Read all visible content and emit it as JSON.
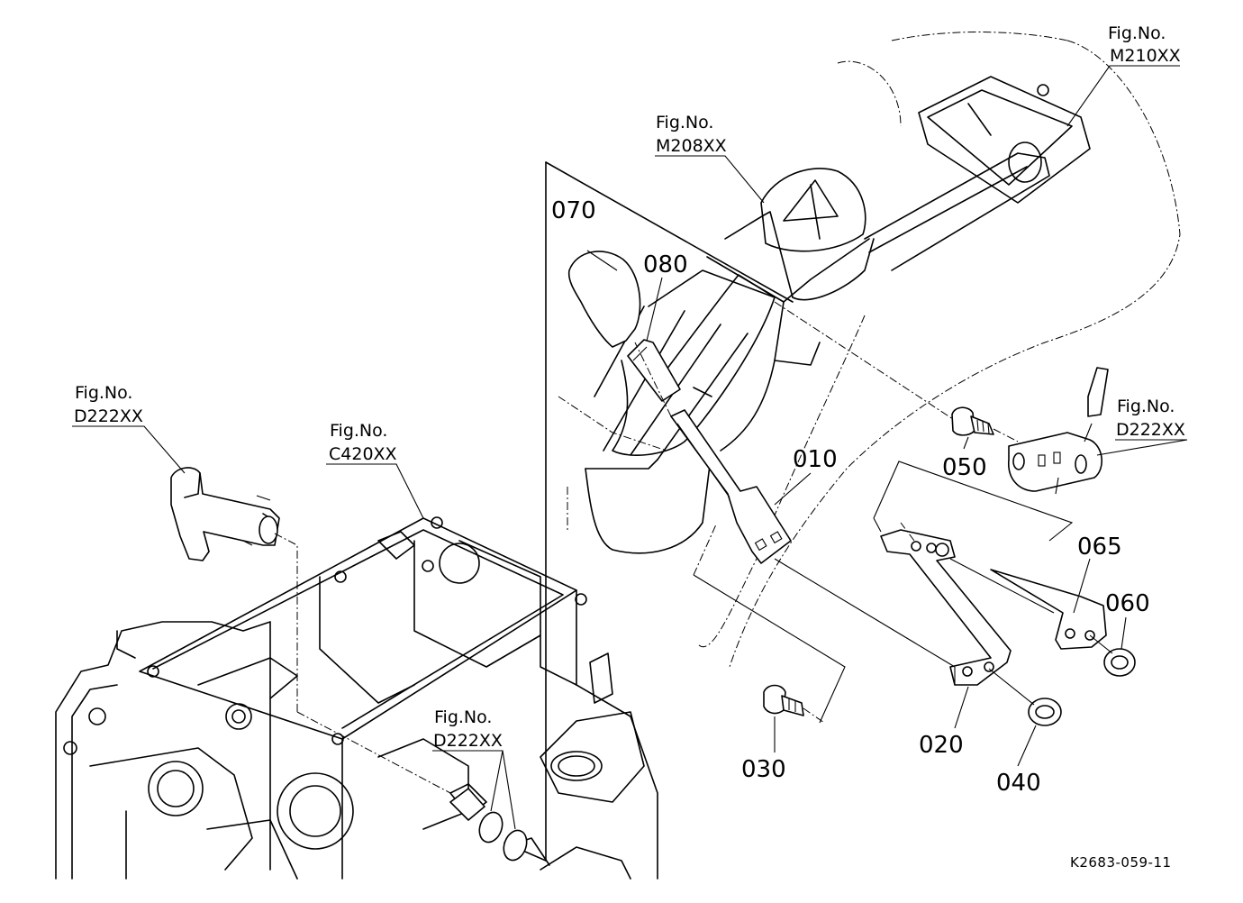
{
  "diagram": {
    "figure_refs": [
      {
        "id": "m210",
        "line1": "Fig.No.",
        "line2": "M210XX"
      },
      {
        "id": "m208",
        "line1": "Fig.No.",
        "line2": "M208XX"
      },
      {
        "id": "d222_left",
        "line1": "Fig.No.",
        "line2": "D222XX"
      },
      {
        "id": "c420",
        "line1": "Fig.No.",
        "line2": "C420XX"
      },
      {
        "id": "d222_right",
        "line1": "Fig.No.",
        "line2": "D222XX"
      },
      {
        "id": "d222_bottom",
        "line1": "Fig.No.",
        "line2": "D222XX"
      }
    ],
    "parts": {
      "p010": "010",
      "p020": "020",
      "p030": "030",
      "p040": "040",
      "p050": "050",
      "p060": "060",
      "p065": "065",
      "p070": "070",
      "p080": "080"
    },
    "drawing_number": "K2683-059-11"
  }
}
